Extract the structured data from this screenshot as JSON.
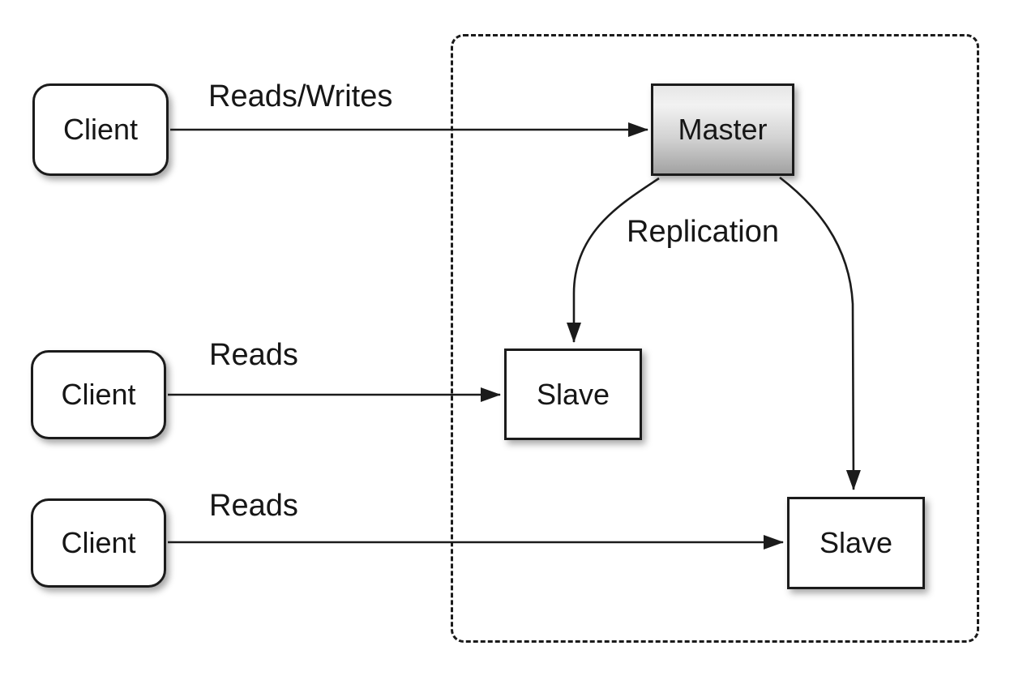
{
  "diagram": {
    "kind": "master-slave-replication-architecture",
    "background_color": "#ffffff"
  },
  "nodes": {
    "clients": [
      {
        "label": "Client"
      },
      {
        "label": "Client"
      },
      {
        "label": "Client"
      }
    ],
    "master": {
      "label": "Master"
    },
    "slaves": [
      {
        "label": "Slave"
      },
      {
        "label": "Slave"
      }
    ]
  },
  "edges": {
    "reads_writes": {
      "label": "Reads/Writes",
      "from": "client-1",
      "to": "master"
    },
    "reads_top": {
      "label": "Reads",
      "from": "client-2",
      "to": "slave-1"
    },
    "reads_bottom": {
      "label": "Reads",
      "from": "client-3",
      "to": "slave-2"
    },
    "replication": {
      "label": "Replication",
      "from": "master",
      "to": "slave-1 / slave-2"
    }
  },
  "colors": {
    "line": "#1b1b1b",
    "text": "#161616",
    "node_fill": "#ffffff",
    "master_fill_top": "#f2f2f2",
    "master_fill_bottom": "#a2a2a2"
  }
}
